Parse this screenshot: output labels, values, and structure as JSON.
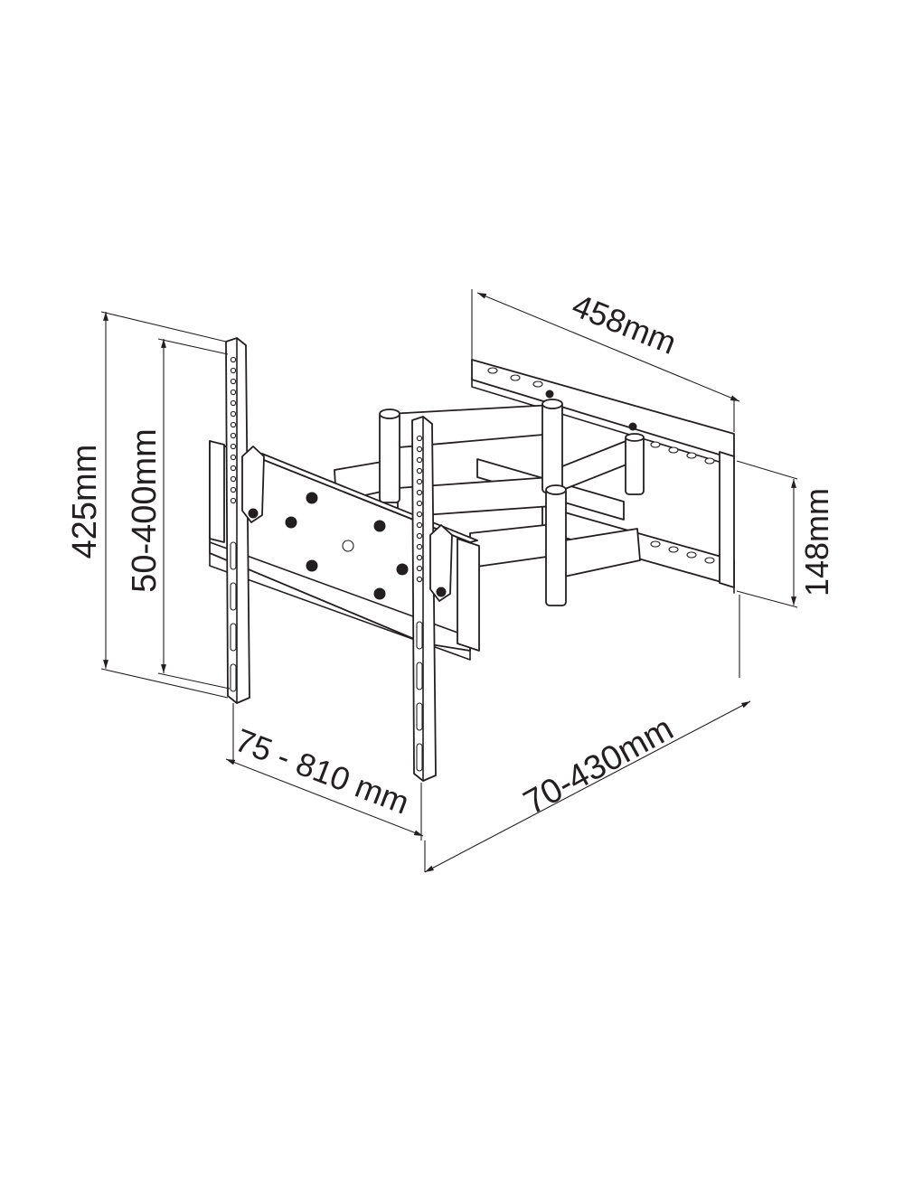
{
  "diagram": {
    "dimensions": {
      "wall_plate_width": "458mm",
      "wall_plate_height": "148mm",
      "bracket_height": "425mm",
      "vesa_vertical": "50-400mm",
      "vesa_horizontal": "75 - 810 mm",
      "extension": "70-430mm"
    },
    "colors": {
      "line": "#231f20",
      "background": "#ffffff"
    }
  }
}
